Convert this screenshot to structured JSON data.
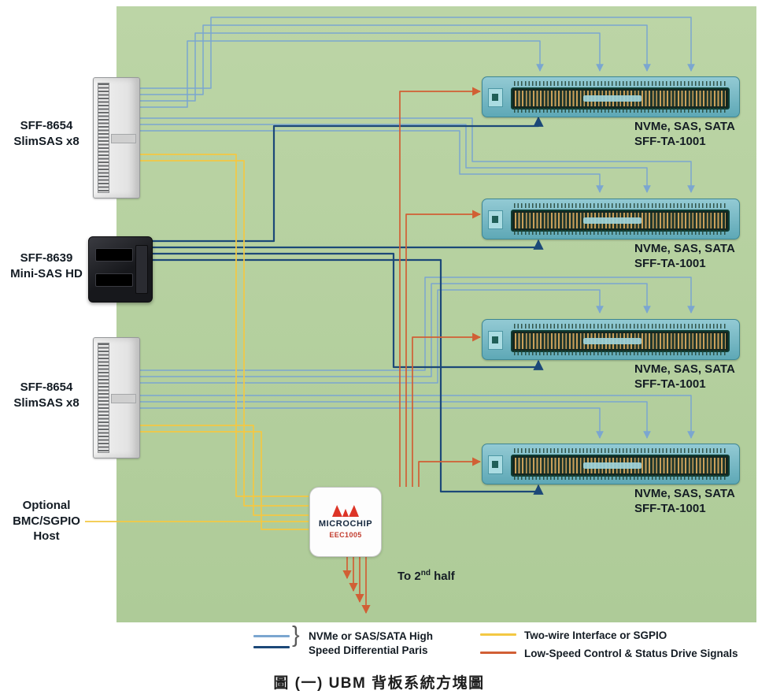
{
  "colors": {
    "panel_green": "#b6d0a0",
    "wire_light_blue": "#7ba6d0",
    "wire_dark_blue": "#1c4878",
    "wire_yellow": "#f3c843",
    "wire_orange": "#d15f35",
    "connector_teal": "#5ea8b6",
    "connector_teal_light": "#93cad4",
    "pin_gold": "#caa05a",
    "text_dark": "#141c24"
  },
  "host_connectors": [
    {
      "label_line1": "SFF-8654",
      "label_line2": "SlimSAS x8"
    },
    {
      "label_line1": "SFF-8639",
      "label_line2": "Mini-SAS HD"
    },
    {
      "label_line1": "SFF-8654",
      "label_line2": "SlimSAS x8"
    }
  ],
  "bmc_host": {
    "line1": "Optional",
    "line2": "BMC/SGPIO",
    "line3": "Host"
  },
  "drive_connectors": [
    {
      "label_line1": "NVMe, SAS, SATA",
      "label_line2": "SFF-TA-1001"
    },
    {
      "label_line1": "NVMe, SAS, SATA",
      "label_line2": "SFF-TA-1001"
    },
    {
      "label_line1": "NVMe, SAS, SATA",
      "label_line2": "SFF-TA-1001"
    },
    {
      "label_line1": "NVMe, SAS, SATA",
      "label_line2": "SFF-TA-1001"
    }
  ],
  "chip": {
    "brand": "MICROCHIP",
    "part": "EEC1005"
  },
  "note_to_second_half": {
    "prefix": "To 2",
    "sup": "nd",
    "suffix": " half"
  },
  "legend": {
    "brace": "}",
    "high_speed_line1": "NVMe or SAS/SATA High",
    "high_speed_line2": "Speed Differential Paris",
    "two_wire": "Two-wire Interface or SGPIO",
    "low_speed": "Low-Speed Control & Status Drive Signals"
  },
  "caption": "圖 (一) UBM 背板系統方塊圖"
}
